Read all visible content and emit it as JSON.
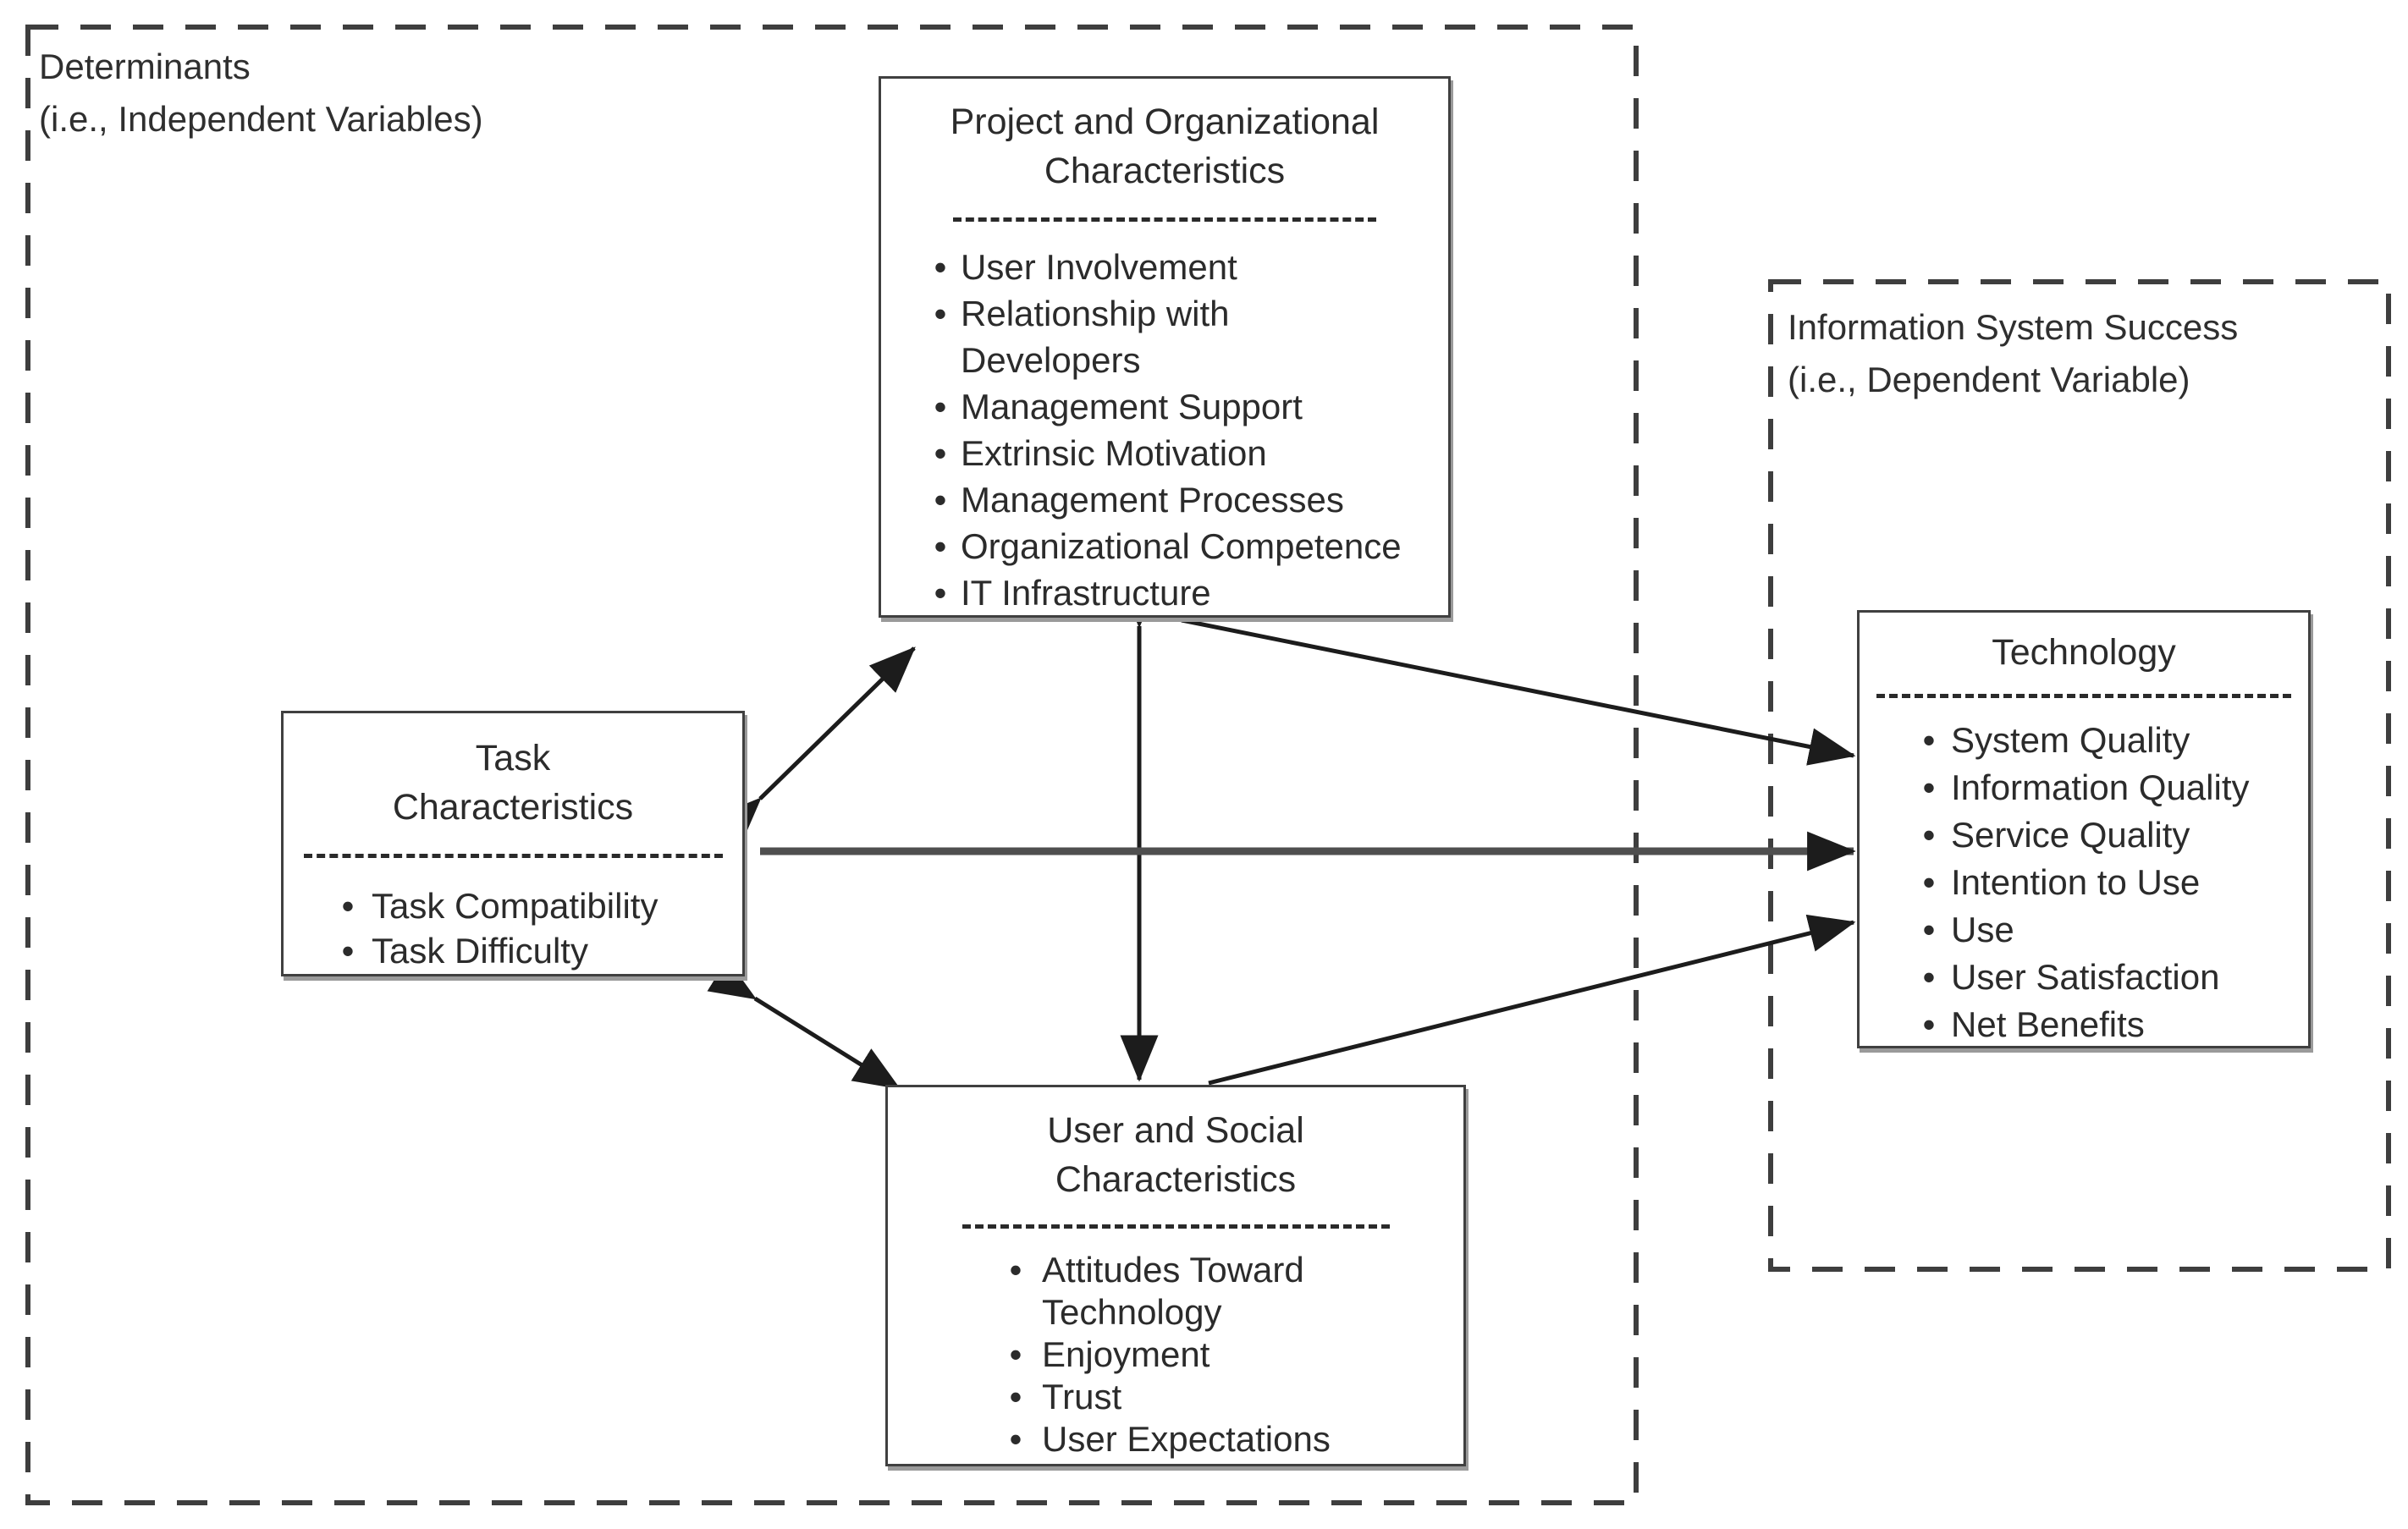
{
  "determinants_label": {
    "line1": "Determinants",
    "line2": "(i.e., Independent Variables)"
  },
  "iss_label": {
    "line1": "Information System Success",
    "line2": "(i.e., Dependent Variable)"
  },
  "bullet_glyph": "•",
  "boxes": {
    "project": {
      "title_line1": "Project and Organizational",
      "title_line2": "Characteristics",
      "items": [
        "User Involvement",
        "Relationship with\nDevelopers",
        "Management Support",
        "Extrinsic Motivation",
        "Management Processes",
        "Organizational Competence",
        "IT Infrastructure"
      ]
    },
    "task": {
      "title_line1": "Task",
      "title_line2": "Characteristics",
      "items": [
        "Task Compatibility",
        "Task Difficulty"
      ]
    },
    "user": {
      "title_line1": "User and Social",
      "title_line2": "Characteristics",
      "items": [
        "Attitudes Toward\nTechnology",
        "Enjoyment",
        "Trust",
        "User Expectations"
      ]
    },
    "technology": {
      "title": "Technology",
      "items": [
        "System Quality",
        "Information Quality",
        "Service Quality",
        "Intention to Use",
        "Use",
        "User Satisfaction",
        "Net Benefits"
      ]
    }
  },
  "edges": [
    {
      "from": "Task Characteristics",
      "to": "Project and Organizational Characteristics",
      "type": "bidirectional"
    },
    {
      "from": "Project and Organizational Characteristics",
      "to": "User and Social Characteristics",
      "type": "bidirectional"
    },
    {
      "from": "Task Characteristics",
      "to": "User and Social Characteristics",
      "type": "bidirectional"
    },
    {
      "from": "Project and Organizational Characteristics",
      "to": "Technology",
      "type": "directed"
    },
    {
      "from": "Task Characteristics",
      "to": "Technology",
      "type": "directed"
    },
    {
      "from": "User and Social Characteristics",
      "to": "Technology",
      "type": "directed"
    }
  ],
  "colors": {
    "background": "#ffffff",
    "box_border": "#404040",
    "box_shadow": "#9a9a9a",
    "dashed_region": "#3e3e3e",
    "text": "#2b2b2b",
    "arrow_black": "#1c1c1c",
    "arrow_gray": "#4f4f4f"
  }
}
